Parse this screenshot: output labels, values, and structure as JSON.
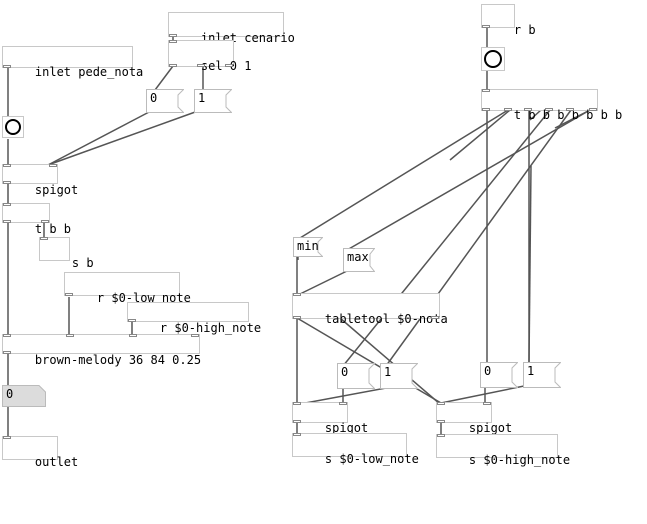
{
  "objects": {
    "inlet_pede": "inlet pede_nota",
    "inlet_cenario": "inlet cenario",
    "sel": "sel 0 1",
    "spigot_left": "spigot",
    "tbb": "t b b",
    "sb": "s b",
    "r_low": "r $0-low_note",
    "r_high": "r $0-high_note",
    "brown": "brown-melody 36 84 0.25",
    "outlet": "outlet",
    "rb": "r b",
    "tbbbbbbb": "t b b b b b b b",
    "min": "min",
    "max": "max",
    "tabletool": "tabletool $0-nota",
    "spigot_mid": "spigot",
    "spigot_right": "spigot",
    "s_low": "s $0-low_note",
    "s_high": "s $0-high_note"
  },
  "messages": {
    "msg0_top": "0",
    "msg1_top": "1",
    "num_out": "0",
    "msg0_mid": "0",
    "msg1_mid": "1",
    "msg0_right": "0",
    "msg1_right": "1"
  }
}
